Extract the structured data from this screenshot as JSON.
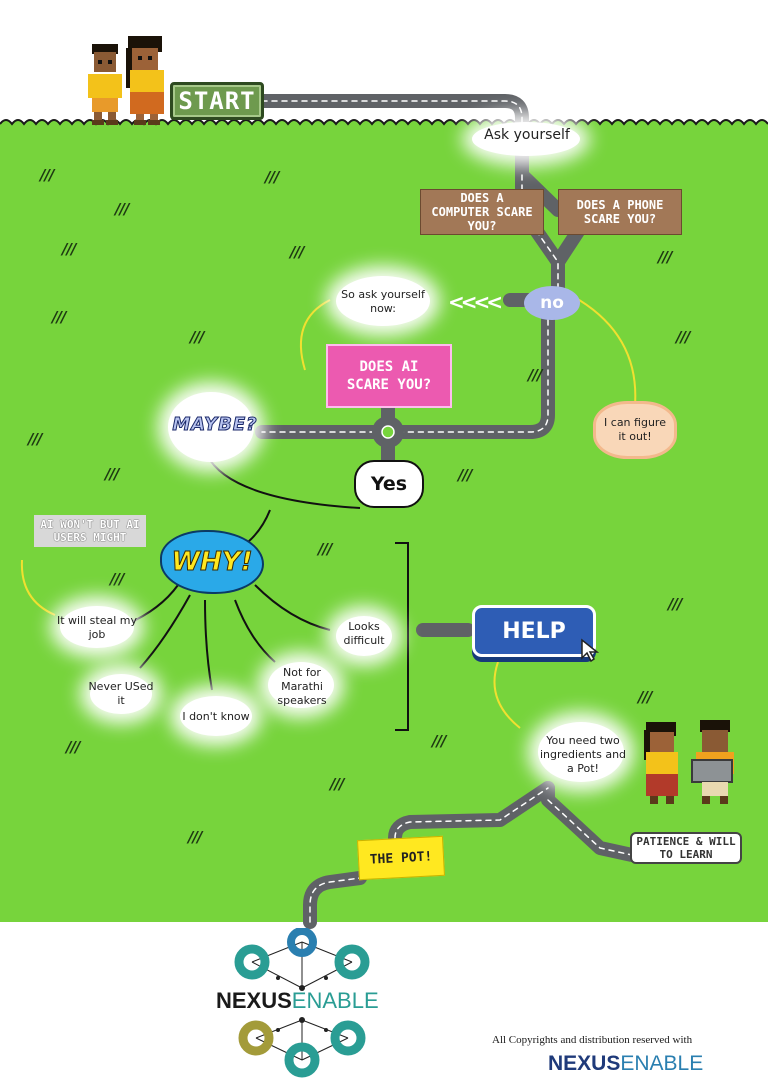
{
  "nodes": {
    "start": "START",
    "ask_yourself": "Ask yourself",
    "computer_q": "DOES A COMPUTER SCARE YOU?",
    "phone_q": "DOES A PHONE SCARE YOU?",
    "no": "no",
    "ask_now": "So ask yourself now:",
    "ai_q": "DOES AI SCARE YOU?",
    "figure_out": "I can figure it out!",
    "maybe": "MAYBE?",
    "yes": "Yes",
    "ai_users": "AI WON'T BUT AI USERS MIGHT",
    "why": "WHY!",
    "steal_job": "It will steal my job",
    "never_used": "Never USed it",
    "dont_know": "I don't know",
    "not_marathi": "Not for Marathi speakers",
    "looks_difficult": "Looks difficult",
    "help": "HELP",
    "ingredients": "You need two ingredients and a Pot!",
    "the_pot": "THE POT!",
    "patience": "PATIENCE & WILL TO LEARN"
  },
  "logo": {
    "brand_left": "NEXUS",
    "brand_right": "ENABLE"
  },
  "footer": {
    "copyright": "All Copyrights and distribution reserved with",
    "brand_left": "NEXUS",
    "brand_right": "ENABLE"
  },
  "colors": {
    "grass": "#77d43c",
    "road": "#5f6266",
    "start_box": "#6e9a4e",
    "sign_wood": "#a27857",
    "ai_box": "#ec5ab0",
    "no_bubble": "#a9b7e8",
    "help_button": "#2e5db5",
    "pot_banner": "#ffe820",
    "why_blue": "#2aa9e8",
    "logo_teal": "#2a9d94",
    "logo_gold": "#a39b3a",
    "logo_blue": "#2a7fb0"
  },
  "icons": [
    "boy-character-icon",
    "girl-character-icon",
    "cursor-icon",
    "arrow-chevrons-icon"
  ]
}
